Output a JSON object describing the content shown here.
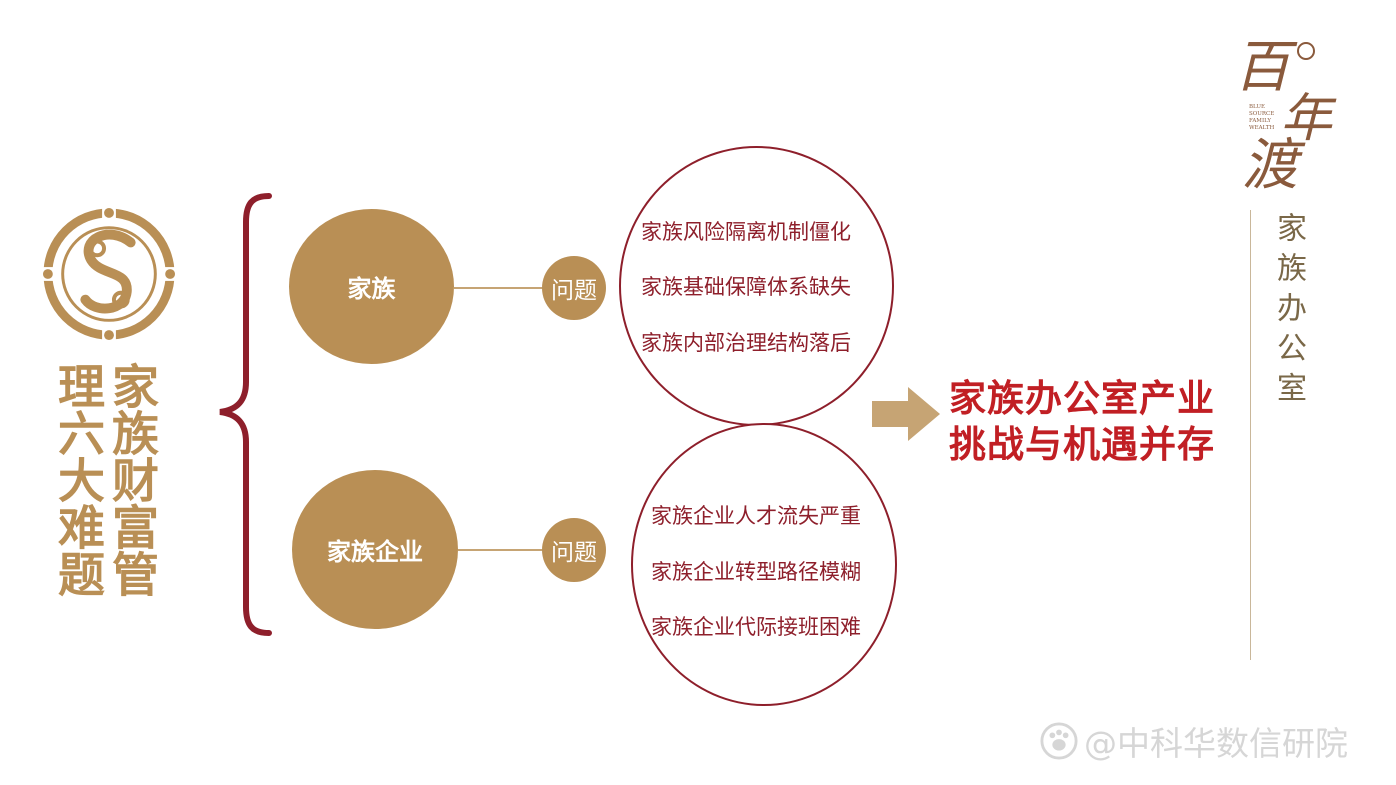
{
  "colors": {
    "gold": "#b98f55",
    "dark_red": "#8e1f2b",
    "red": "#c11f24",
    "gray": "#d6d6d6"
  },
  "left_title": {
    "col1": "家族财富管",
    "col2": "理六大难题"
  },
  "nodes": {
    "family": {
      "label": "家族",
      "question": "问题",
      "issues": [
        "家族风险隔离机制僵化",
        "家族基础保障体系缺失",
        "家族内部治理结构落后"
      ]
    },
    "enterprise": {
      "label": "家族企业",
      "question": "问题",
      "issues": [
        "家族企业人才流失严重",
        "家族企业转型路径模糊",
        "家族企业代际接班困难"
      ]
    }
  },
  "conclusion": {
    "line1": "家族办公室产业",
    "line2": "挑战与机遇并存"
  },
  "brand": {
    "logo_text": "百年渡",
    "english": [
      "BLUE",
      "SOURCE",
      "FAMILY",
      "WEALTH"
    ],
    "vertical": "家族办公室"
  },
  "watermark": {
    "icon": "paw-icon",
    "text": "@中科华数信研院"
  },
  "icons": {
    "logo": "s-spiral-seal-icon",
    "arrow": "right-arrow-icon"
  }
}
